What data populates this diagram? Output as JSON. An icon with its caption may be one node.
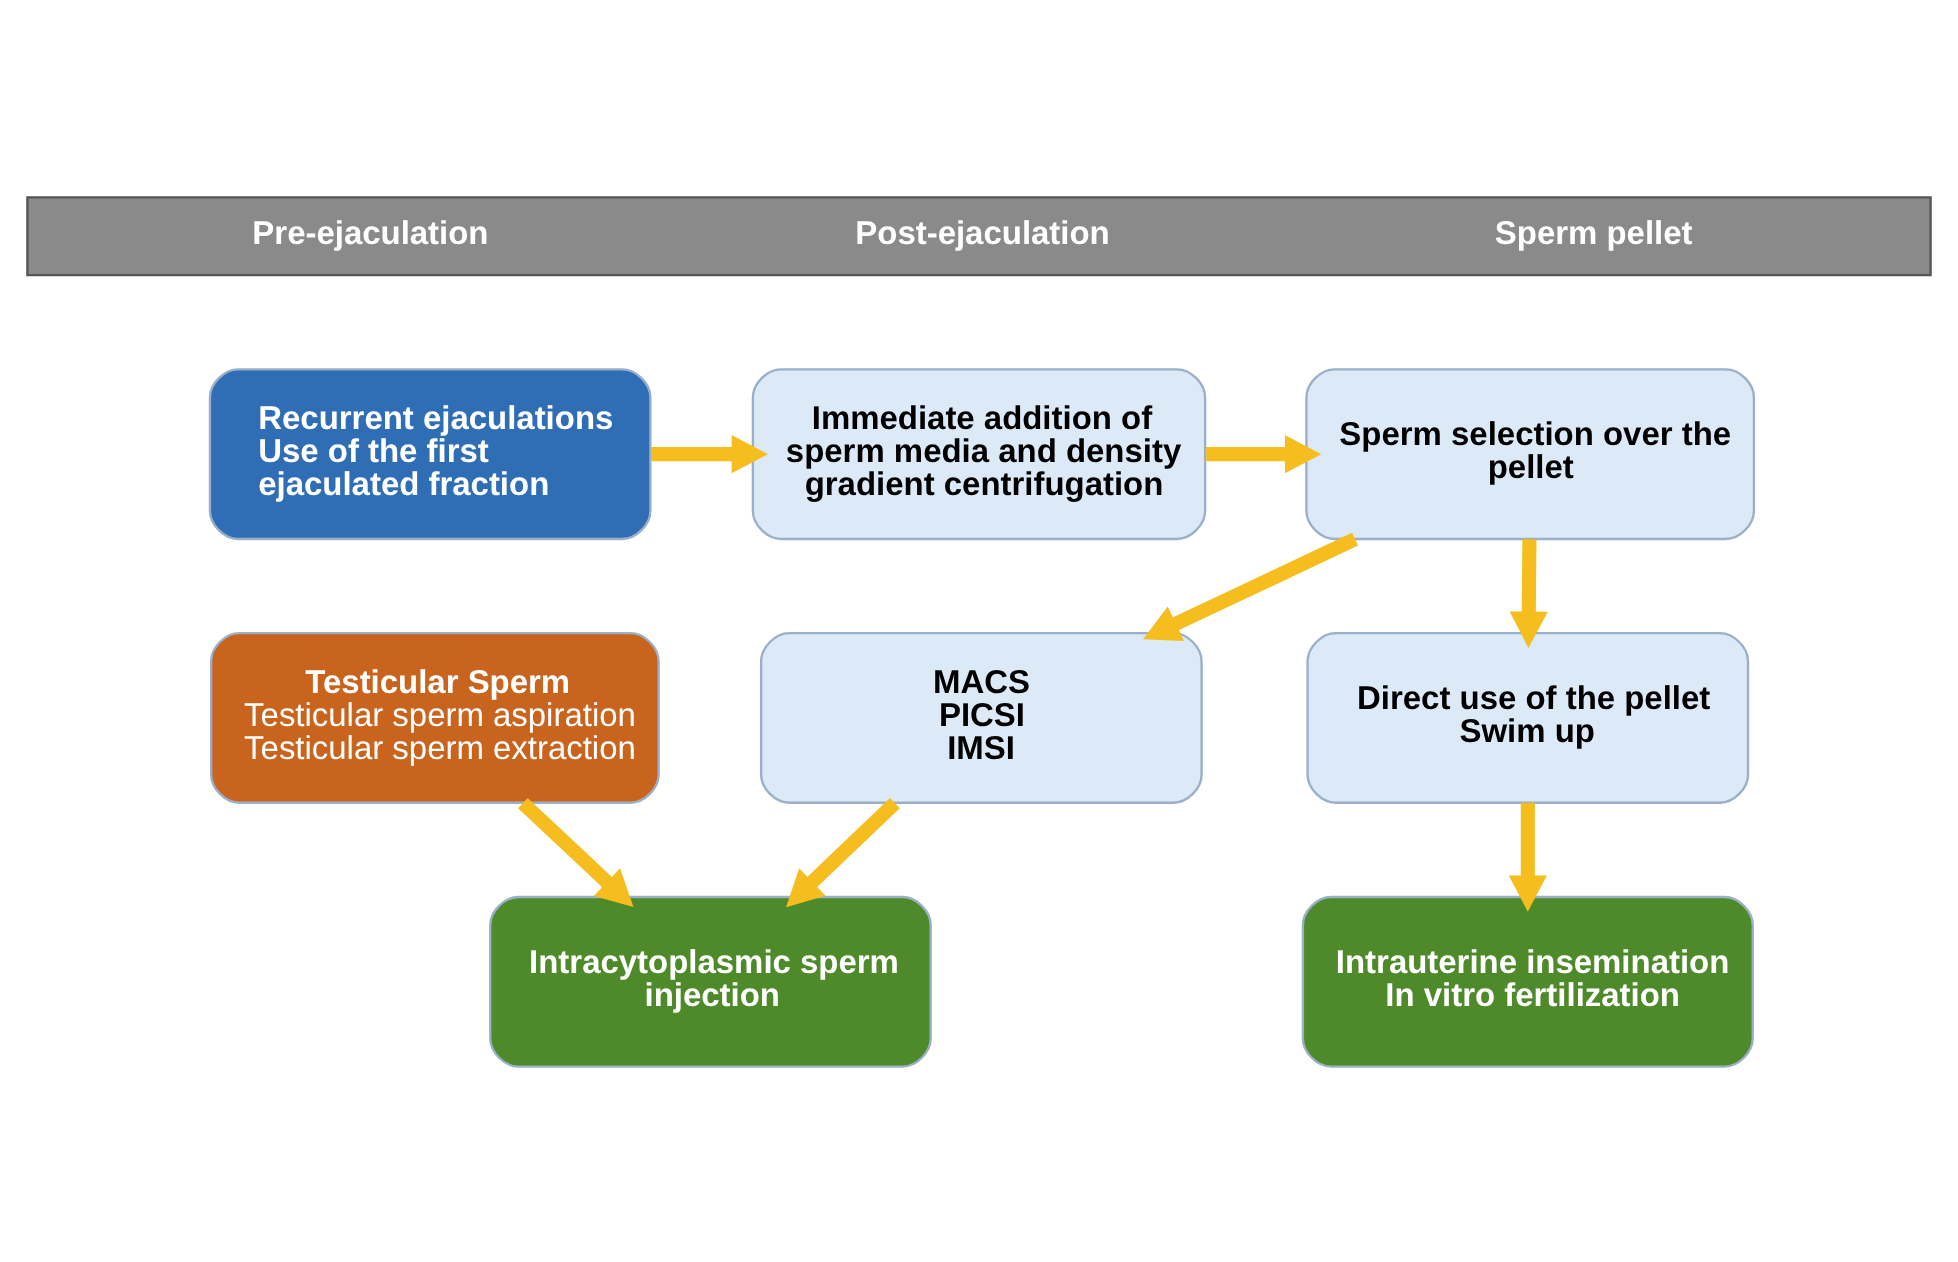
{
  "diagram": {
    "nodes": [
      {
        "text": [
          "Pre-ejaculation",
          "Post-ejaculation",
          "Sperm pellet"
        ]
      },
      {
        "text": [
          "Recurrent ejaculations",
          "Use of the first ejaculated fraction"
        ]
      },
      {
        "text": [
          "Immediate addition of sperm media and density gradient centrifugation"
        ]
      },
      {
        "text": [
          "Sperm selection over the pellet"
        ]
      },
      {
        "text": [
          "Testicular Sperm",
          "Testicular sperm aspiration",
          "Testicular sperm extraction"
        ]
      },
      {
        "text": [
          "MACS",
          "PICSI",
          "IMSI"
        ]
      },
      {
        "text": [
          "Direct use of the pellet",
          "Swim up"
        ]
      },
      {
        "text": [
          "Intracytoplasmic sperm injection"
        ]
      },
      {
        "text": [
          "Intrauterine insemination",
          "In vitro fertilization"
        ]
      }
    ],
    "edges": [
      {
        "from": 1,
        "to": 2,
        "arrow": "to"
      },
      {
        "from": 2,
        "to": 3,
        "arrow": "to"
      },
      {
        "from": 3,
        "to": 5,
        "arrow": "to"
      },
      {
        "from": 3,
        "to": 6,
        "arrow": "to"
      },
      {
        "from": 4,
        "to": 7,
        "arrow": "to"
      },
      {
        "from": 5,
        "to": 7,
        "arrow": "to"
      },
      {
        "from": 6,
        "to": 8,
        "arrow": "to"
      }
    ]
  }
}
